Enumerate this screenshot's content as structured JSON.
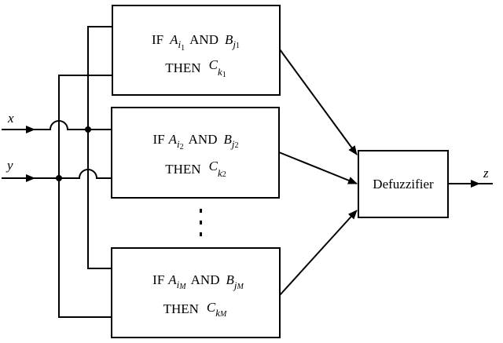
{
  "diagram": {
    "title": "Fuzzy inference system block diagram",
    "inputs": [
      {
        "name": "x"
      },
      {
        "name": "y"
      }
    ],
    "rules": [
      {
        "if_word": "IF",
        "a_var": "A",
        "a_sub": "i",
        "a_subsub": "1",
        "and_word": "AND",
        "b_var": "B",
        "b_sub": "j",
        "b_subsub": "1",
        "then_word": "THEN",
        "c_var": "C",
        "c_sub": "k",
        "c_subsub": "1"
      },
      {
        "if_word": "IF",
        "a_var": "A",
        "a_sub": "i",
        "a_subsub": "2",
        "and_word": "AND",
        "b_var": "B",
        "b_sub": "j",
        "b_subsub": "2",
        "then_word": "THEN",
        "c_var": "C",
        "c_sub": "k",
        "c_subsub": "2"
      },
      {
        "if_word": "IF",
        "a_var": "A",
        "a_sub": "i",
        "a_subsub": "M",
        "and_word": "AND",
        "b_var": "B",
        "b_sub": "j",
        "b_subsub": "M",
        "then_word": "THEN",
        "c_var": "C",
        "c_sub": "k",
        "c_subsub": "M"
      }
    ],
    "ellipsis": "⋮",
    "defuzzifier_label": "Defuzzifier",
    "output": {
      "name": "z"
    }
  }
}
